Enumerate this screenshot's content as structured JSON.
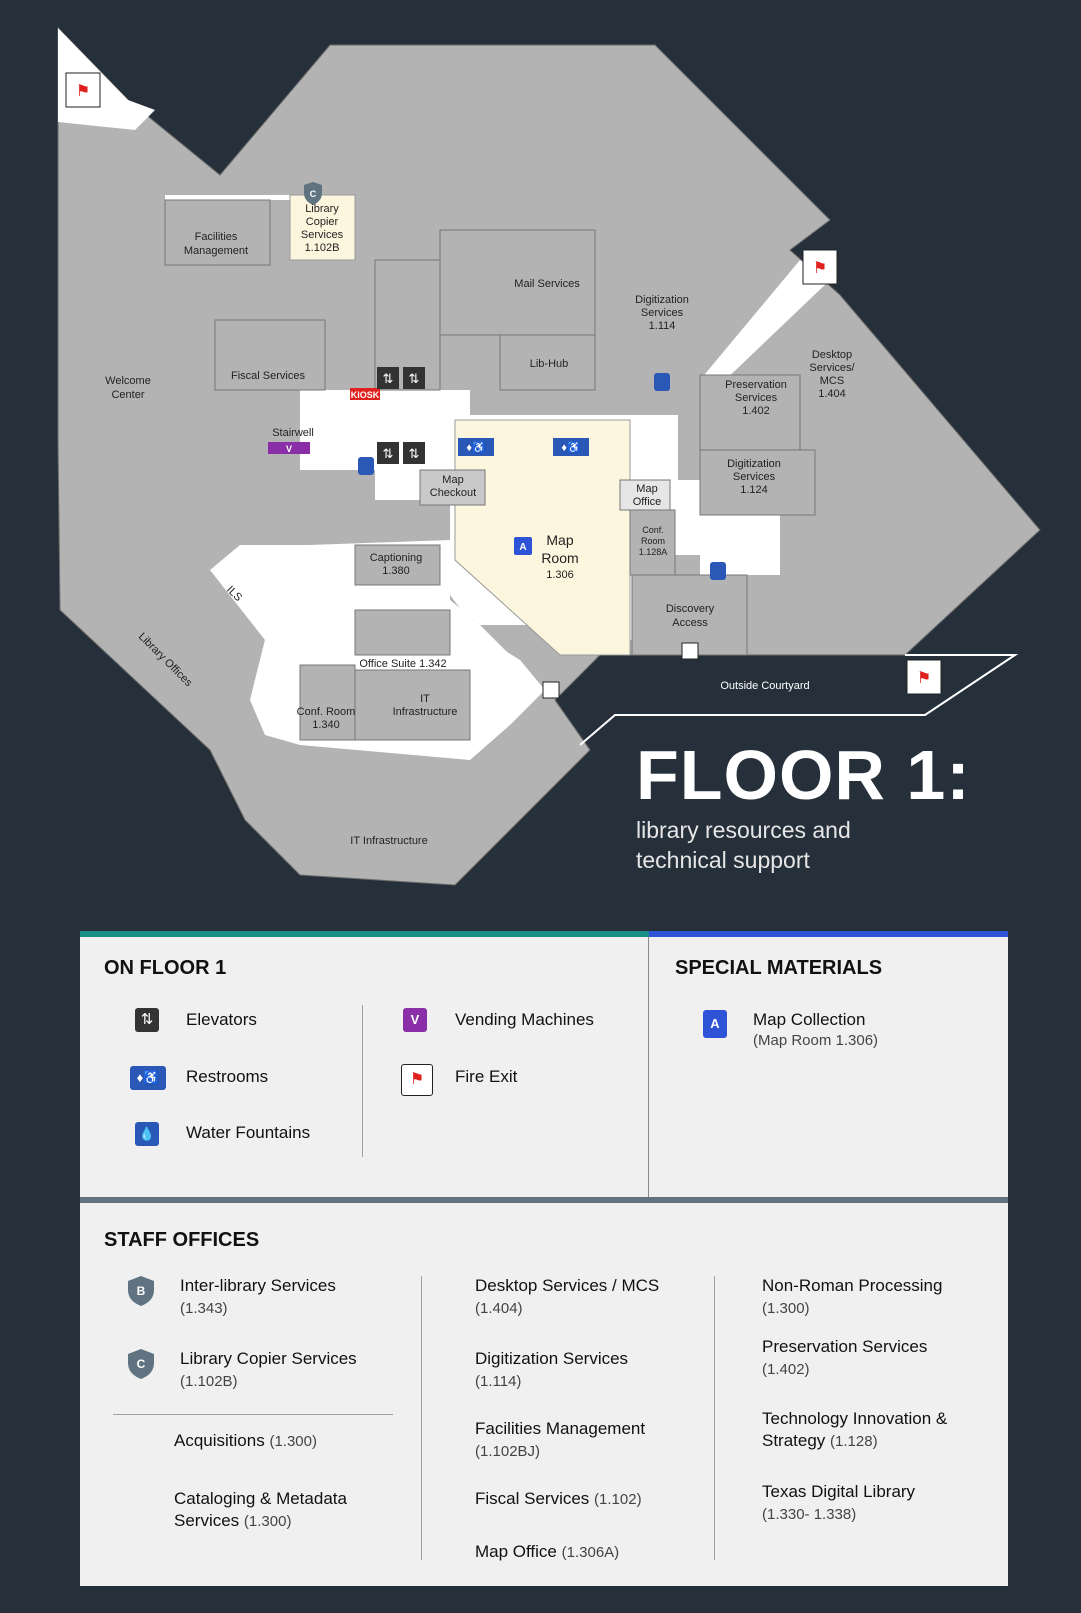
{
  "map": {
    "rooms": {
      "library_copier": [
        "Library",
        "Copier",
        "Services",
        "1.102B"
      ],
      "facilities": [
        "Facilities",
        "Management"
      ],
      "welcome": [
        "Welcome",
        "Center"
      ],
      "fiscal": "Fiscal Services",
      "mail": "Mail Services",
      "lib_hub": "Lib-Hub",
      "digitization_114": [
        "Digitization",
        "Services",
        "1.114"
      ],
      "desktop": [
        "Desktop",
        "Services/",
        "MCS",
        "1.404"
      ],
      "preservation": [
        "Preservation",
        "Services",
        "1.402"
      ],
      "digitization_124": [
        "Digitization",
        "Services",
        "1.124"
      ],
      "stairwell": "Stairwell",
      "kiosk": "KIOSK",
      "map_checkout": [
        "Map",
        "Checkout"
      ],
      "map_office": [
        "Map",
        "Office"
      ],
      "map_room": [
        "Map",
        "Room",
        "1.306"
      ],
      "conf_128a": [
        "Conf.",
        "Room",
        "1.128A"
      ],
      "discovery": [
        "Discovery",
        "Access"
      ],
      "captioning": [
        "Captioning",
        "1.380"
      ],
      "ils": "ILS",
      "library_offices": "Library Offices",
      "office_suite": "Office Suite 1.342",
      "conf_340": [
        "Conf. Room",
        "1.340"
      ],
      "it_infra_small": [
        "IT",
        "Infrastructure"
      ],
      "it_infra": "IT Infrastructure",
      "courtyard": "Outside Courtyard"
    },
    "badges": {
      "vending": "V",
      "copier": "C",
      "map": "A"
    }
  },
  "title": {
    "main": "FLOOR 1:",
    "sub": "library resources and technical support"
  },
  "legend": {
    "on_floor_title": "ON FLOOR 1",
    "elevators": "Elevators",
    "restrooms": "Restrooms",
    "water": "Water Fountains",
    "vending": "Vending Machines",
    "vending_badge": "V",
    "fire_exit": "Fire Exit",
    "special_title": "SPECIAL MATERIALS",
    "map_collection": "Map Collection",
    "map_collection_sub": "(Map Room 1.306)",
    "map_badge": "A"
  },
  "staff": {
    "title": "STAFF OFFICES",
    "col1": [
      {
        "badge": "B",
        "name": "Inter-library Services",
        "num": "(1.343)"
      },
      {
        "badge": "C",
        "name": "Library Copier Services",
        "num": "(1.102B)"
      },
      {
        "name": "Acquisitions",
        "num": "(1.300)"
      },
      {
        "name": "Cataloging & Metadata Services",
        "num": "(1.300)"
      }
    ],
    "col2": [
      {
        "name": "Desktop Services / MCS",
        "num": "(1.404)"
      },
      {
        "name": "Digitization Services",
        "num": "(1.114)"
      },
      {
        "name": "Facilities Management",
        "num": "(1.102BJ)"
      },
      {
        "name": "Fiscal Services",
        "num": "(1.102)"
      },
      {
        "name": "Map Office",
        "num": "(1.306A)"
      }
    ],
    "col3": [
      {
        "name": "Non-Roman Processing",
        "num": "(1.300)"
      },
      {
        "name": "Preservation Services",
        "num": "(1.402)"
      },
      {
        "name": "Technology Innovation & Strategy",
        "num": "(1.128)"
      },
      {
        "name": "Texas Digital Library",
        "num": "(1.330- 1.338)"
      }
    ]
  },
  "colors": {
    "background": "#26303a",
    "floor": "#ffffff",
    "room": "#b0b0b0",
    "map_room": "#fdf6df",
    "teal": "#178f86",
    "blue": "#2f53d6",
    "vending": "#8a2fa8",
    "kiosk": "#e0201c"
  }
}
